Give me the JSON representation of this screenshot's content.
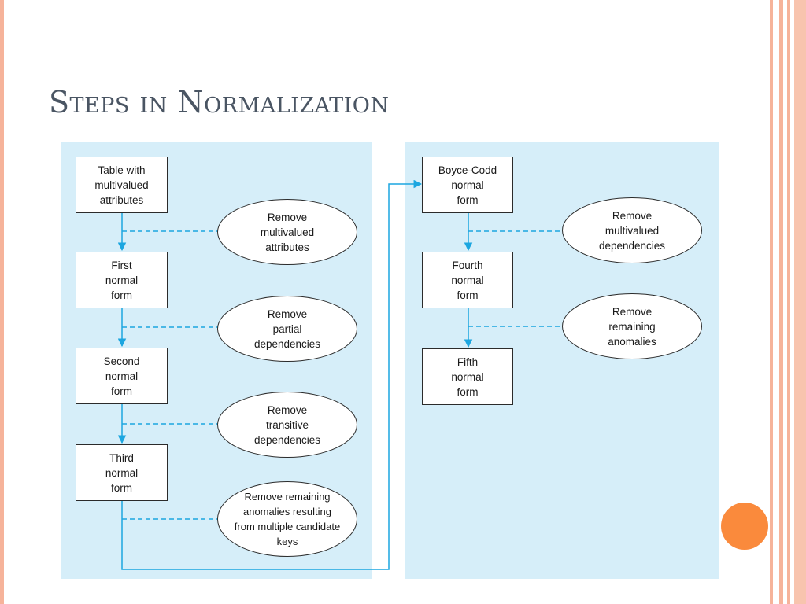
{
  "slide": {
    "title": "Steps in Normalization",
    "colors": {
      "panel": "#d6eef9",
      "arrow": "#1ca6e0",
      "title": "#4a5563",
      "accent_dot": "#fa8a3c",
      "border_stripe": "#f6b39a"
    }
  },
  "diagram": {
    "left_column": {
      "boxes": [
        "Table with\nmultivalued\nattributes",
        "First\nnormal\nform",
        "Second\nnormal\nform",
        "Third\nnormal\nform"
      ],
      "steps": [
        "Remove\nmultivalued\nattributes",
        "Remove\npartial\ndependencies",
        "Remove\ntransitive\ndependencies",
        "Remove remaining\nanomalies resulting\nfrom multiple candidate\nkeys"
      ]
    },
    "right_column": {
      "boxes": [
        "Boyce-Codd\nnormal\nform",
        "Fourth\nnormal\nform",
        "Fifth\nnormal\nform"
      ],
      "steps": [
        "Remove\nmultivalued\ndependencies",
        "Remove\nremaining\nanomalies"
      ]
    }
  }
}
